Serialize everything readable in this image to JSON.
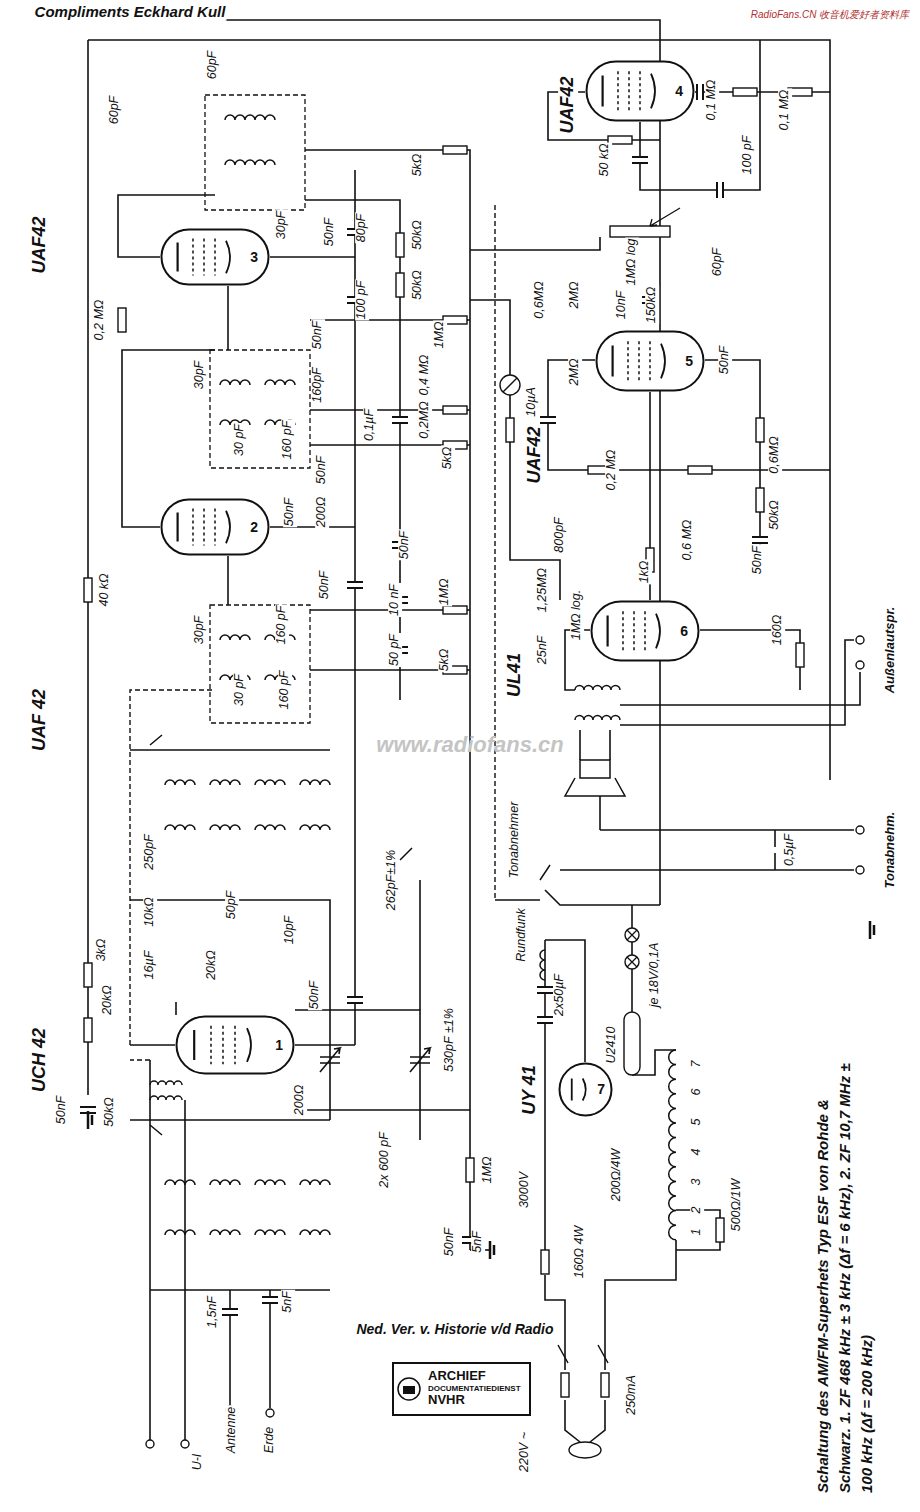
{
  "diagram": {
    "caption": "Schaltung des AM/FM-Superhets Typ ESF von Rohde & Schwarz. 1. ZF 468 kHz ± 3 kHz (Δf = 6 kHz), 2. ZF 10,7 MHz ± 100 kHz (Δf = 200 kHz)",
    "nodes": [
      {
        "text": [
          "1"
        ]
      },
      {
        "text": [
          "2"
        ]
      },
      {
        "text": [
          "3"
        ]
      },
      {
        "text": [
          "4"
        ]
      },
      {
        "text": [
          "5"
        ]
      },
      {
        "text": [
          "6"
        ]
      },
      {
        "text": [
          "7"
        ]
      },
      {
        "text": [
          "ARCHIEF",
          "DOCUMENTATIEDIENST",
          "NVHR"
        ]
      }
    ],
    "labels": [
      "Compliments Eckhard Kull",
      "RadioFans.CN 收音机爱好者资料库",
      "UAF42",
      "UAF 42",
      "UCH 42",
      "UAF42",
      "UAF42",
      "UL41",
      "UY 41",
      "60pF",
      "60pF",
      "30pF",
      "50nF",
      "80pF",
      "5kΩ",
      "50kΩ",
      "100 pF",
      "50kΩ",
      "0,2 MΩ",
      "50nF",
      "160pF",
      "30pF",
      "1MΩ",
      "0,4 MΩ",
      "0,1µF",
      "0,2MΩ",
      "30 pF",
      "160 pF",
      "5kΩ",
      "50nF",
      "40 kΩ",
      "50nF",
      "200Ω",
      "50nF",
      "50nF",
      "30pF",
      "160 pF",
      "10 nF",
      "1MΩ",
      "30 pF",
      "160 pF",
      "50 pF",
      "5kΩ",
      "3kΩ",
      "20kΩ",
      "16µF",
      "10kΩ",
      "250pF",
      "50pF",
      "20kΩ",
      "10pF",
      "262pF±1%",
      "530pF ±1%",
      "50nF",
      "200Ω",
      "50nF",
      "50kΩ",
      "2x 600 pF",
      "1MΩ",
      "50nF",
      "5nF",
      "3000V",
      "1,5nF",
      "5nF",
      "Antenne",
      "Erde",
      "U-I",
      "Ned. Ver. v. Historie v/d Radio",
      "160Ω 4W",
      "220V ~",
      "250mA",
      "200Ω/4W",
      "500Ω/1W",
      "U2410",
      "je 18V/0,1A",
      "1",
      "2",
      "3",
      "4",
      "5",
      "6",
      "7",
      "2x50µF",
      "Rundfunk",
      "Tonabnehmer",
      "0,5µF",
      "Tonabnehm.",
      "Außenlautspr.",
      "0,1 MΩ",
      "0,1 MΩ",
      "50 kΩ",
      "100 pF",
      "1MΩ log",
      "60pF",
      "10nF",
      "150kΩ",
      "0,6MΩ",
      "2MΩ",
      "2MΩ",
      "10µA",
      "50nF",
      "0,6MΩ",
      "50kΩ",
      "0,2 MΩ",
      "800pF",
      "1,25MΩ",
      "1MΩ log.",
      "1kΩ",
      "0,6 MΩ",
      "50nF",
      "25nF",
      "160Ω",
      "www.radiofans.cn"
    ]
  }
}
